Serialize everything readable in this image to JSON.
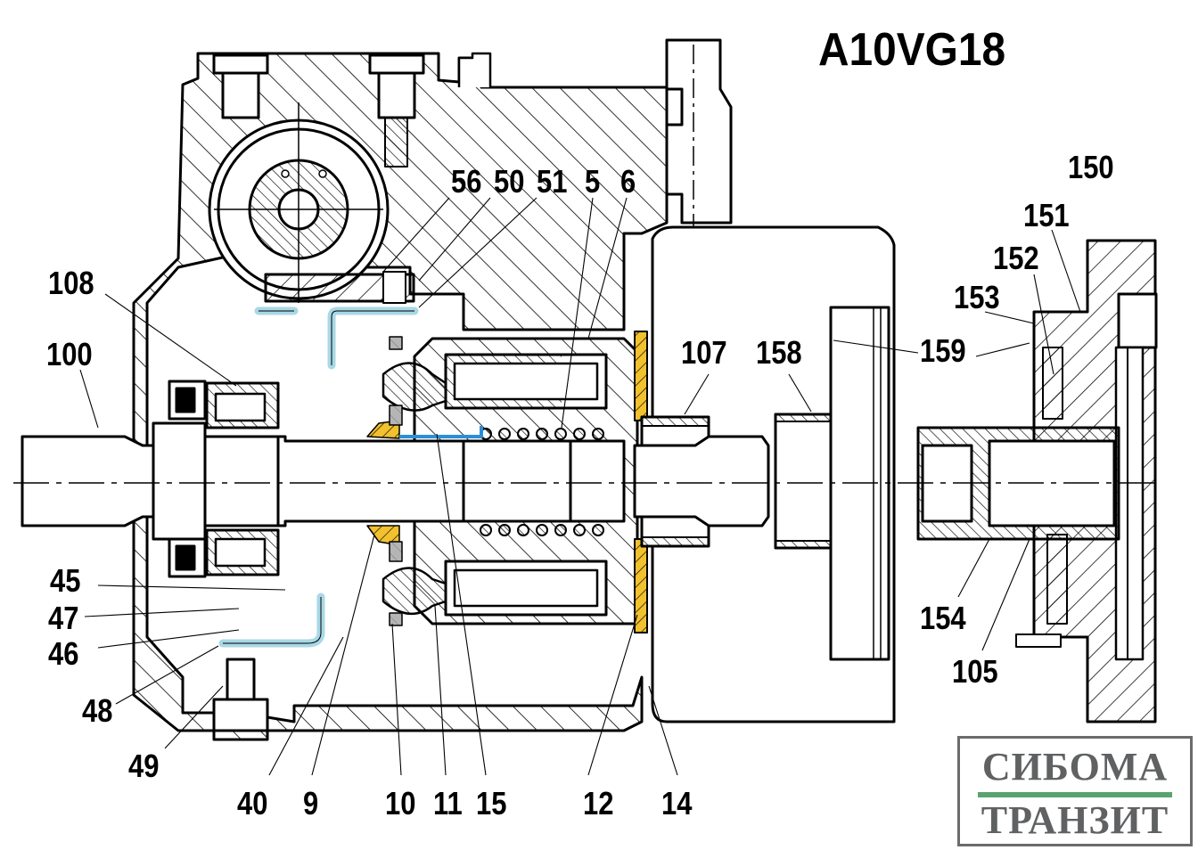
{
  "drawing": {
    "title": "A10VG18",
    "subject": "axial piston pump cross-section",
    "part_colors": {
      "bearing_plate": "#f2c12e",
      "seal_ring": "#b5b5b5",
      "oil_line": "#2a8fd6",
      "control_tube": "#a9d8e6",
      "line": "#000000"
    }
  },
  "callouts": {
    "top": [
      "56",
      "50",
      "51",
      "5",
      "6"
    ],
    "left": [
      "108",
      "100",
      "45",
      "47",
      "46",
      "48",
      "49"
    ],
    "bottom": [
      "40",
      "9",
      "10",
      "11",
      "15",
      "12",
      "14"
    ],
    "center": [
      "107",
      "158",
      "159"
    ],
    "right": [
      "150",
      "151",
      "152",
      "153",
      "154",
      "105"
    ]
  },
  "logo": {
    "line1": "СИБОМА",
    "line2": "ТРАНЗИТ",
    "text_color": "#5f6162",
    "bar_color": "#5aa36f"
  }
}
